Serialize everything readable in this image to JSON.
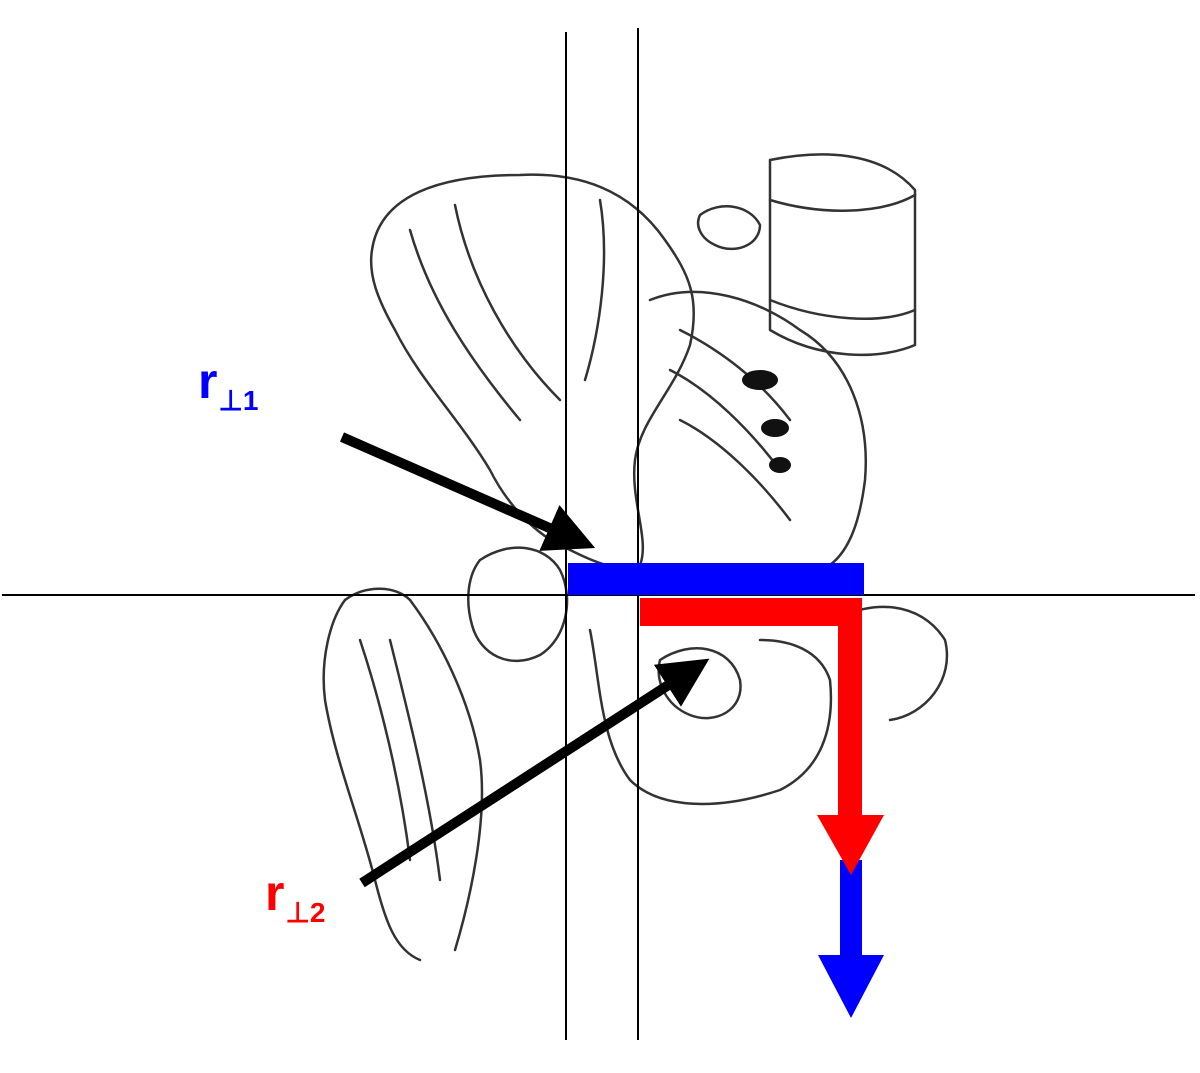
{
  "labels": {
    "r1": {
      "main": "r",
      "sub": "⊥1"
    },
    "r2": {
      "main": "r",
      "sub": "⊥2"
    }
  },
  "colors": {
    "lever_arm_1": "#0000ff",
    "lever_arm_2": "#ff0000",
    "pointer_arrows": "#000000",
    "reference_lines": "#000000",
    "bone_sketch": "#333333"
  },
  "illustration": {
    "subject": "pelvis-and-femur-anterior-sketch"
  }
}
